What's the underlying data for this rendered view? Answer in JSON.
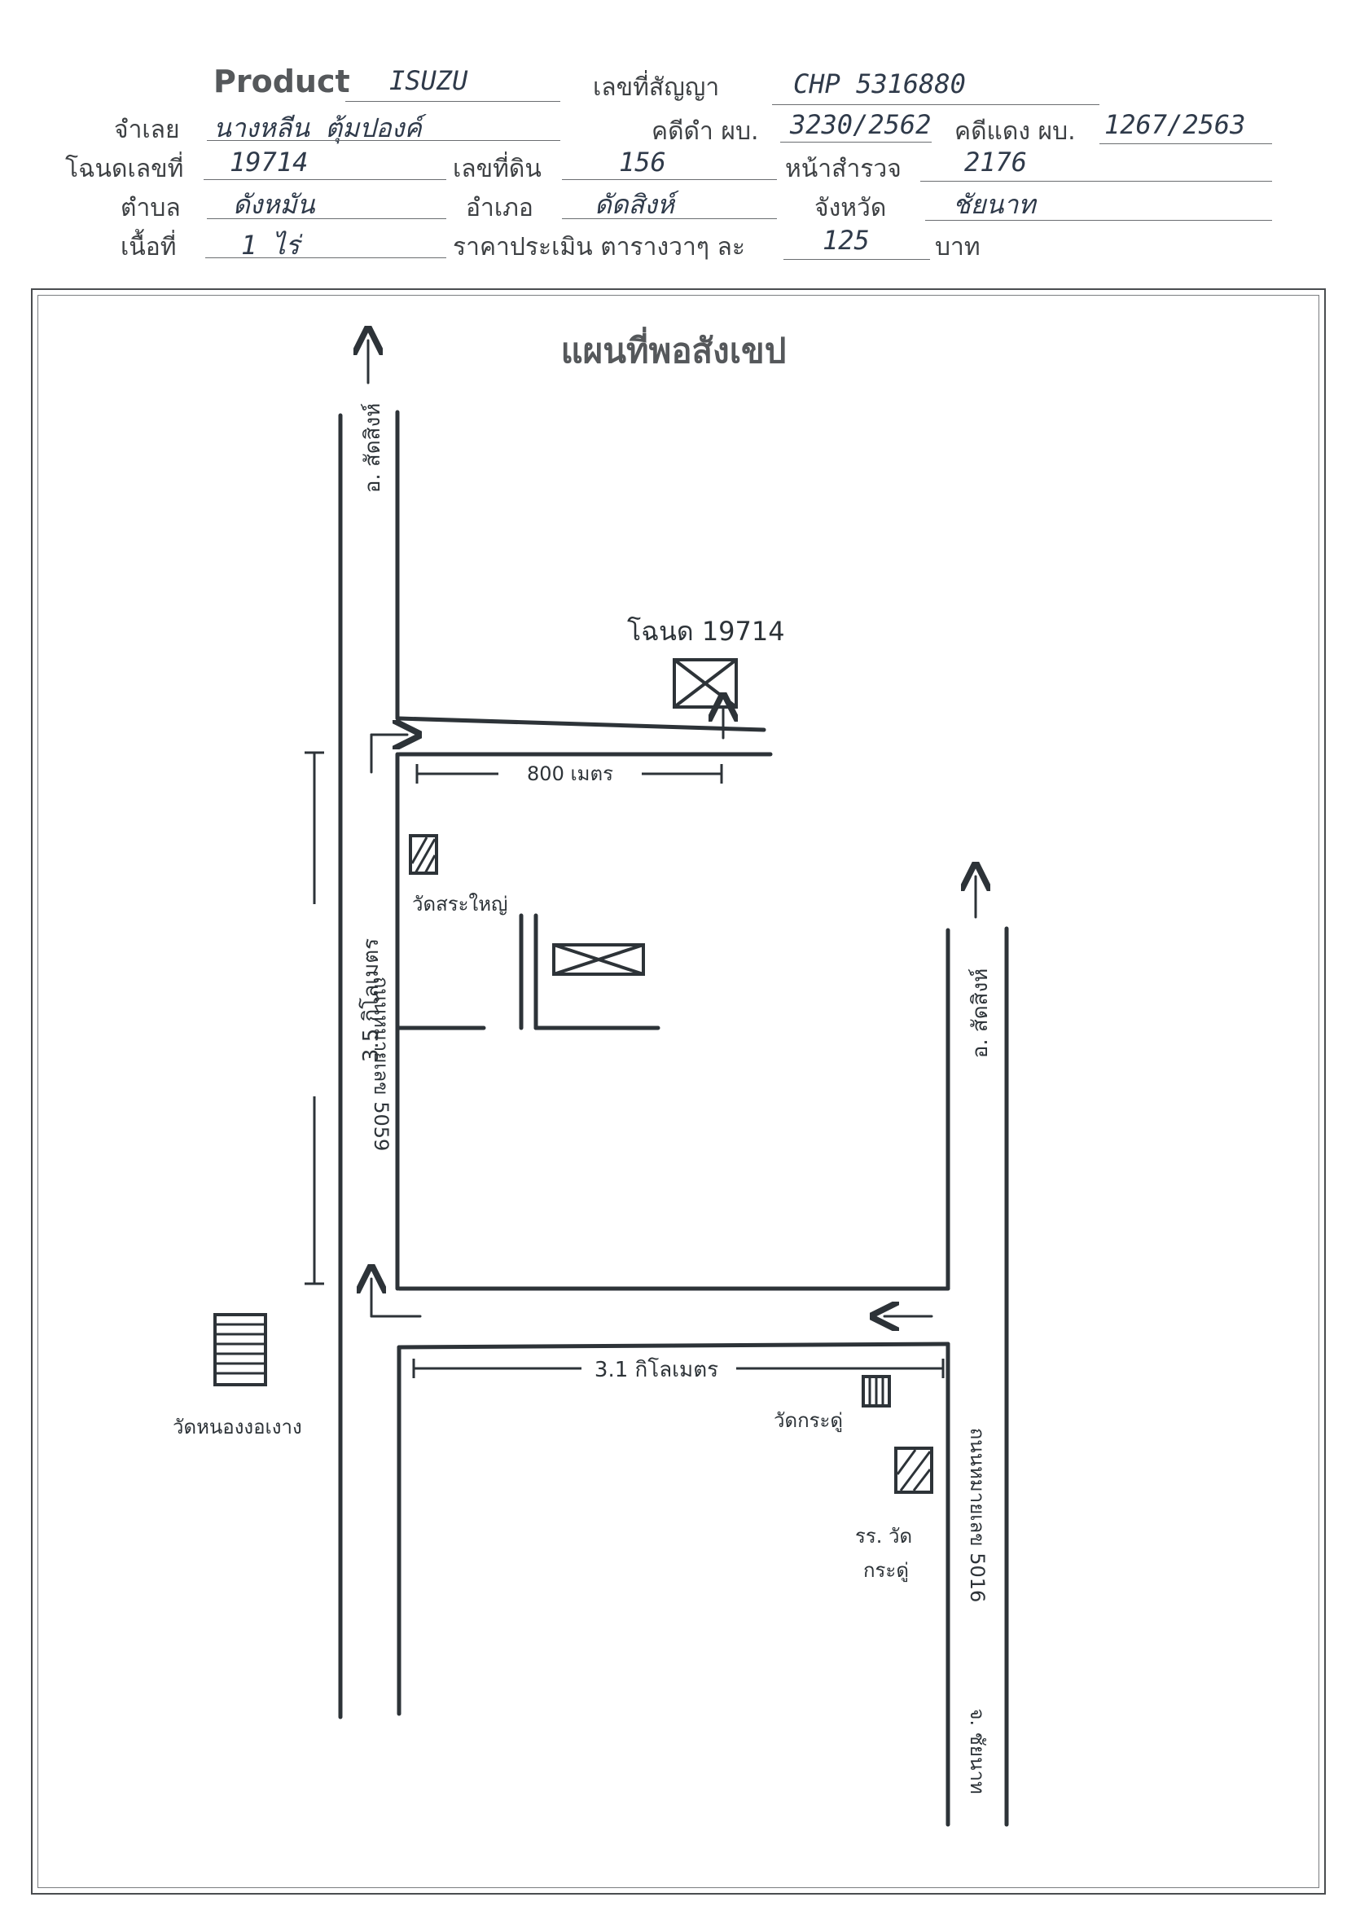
{
  "header": {
    "product_label": "Product",
    "product_value": "ISUZU",
    "contract_label": "เลขที่สัญญา",
    "contract_value": "CHP 5316880",
    "defendant_label": "จำเลย",
    "defendant_value": "นางหลีน ตุ้มปองค์",
    "black_case_label": "คดีดำ ผบ.",
    "black_case_value": "3230/2562",
    "red_case_label": "คดีแดง ผบ.",
    "red_case_value": "1267/2563",
    "deed_label": "โฉนดเลขที่",
    "deed_value": "19714",
    "land_no_label": "เลขที่ดิน",
    "land_no_value": "156",
    "survey_label": "หน้าสำรวจ",
    "survey_value": "2176",
    "subdistrict_label": "ตำบล",
    "subdistrict_value": "ดังหมัน",
    "district_label": "อำเภอ",
    "district_value": "ดัดสิงห์",
    "province_label": "จังหวัด",
    "province_value": "ชัยนาท",
    "area_label": "เนื้อที่",
    "area_value": "1 ไร่",
    "price_label": "ราคาประเมิน ตารางวาๆ ละ",
    "price_value": "125",
    "price_unit": "บาท"
  },
  "map": {
    "title": "แผนที่พอสังเขป",
    "deed_mark": "โฉนด 19714",
    "dist_800": "800 เมตร",
    "dist_35": "3.5 กิโลเมตร",
    "dist_31": "3.1 กิโลเมตร",
    "road_5059": "ถนนหมายเลข 5059",
    "road_5016": "ถนนหมายเลข 5016",
    "to_sankhaburi_top": "อ. สัดสิงห์",
    "to_sankhaburi_right": "อ. สัดสิงห์",
    "to_chainat": "จ. ชัยนาท",
    "temple_sa_yai": "วัดสระใหญ่",
    "temple_nong_ngiew": "วัดหนองงอเงาง",
    "temple_kra_du": "วัดกระดู่",
    "school_kra_du_1": "รร. วัด",
    "school_kra_du_2": "กระดู่"
  }
}
